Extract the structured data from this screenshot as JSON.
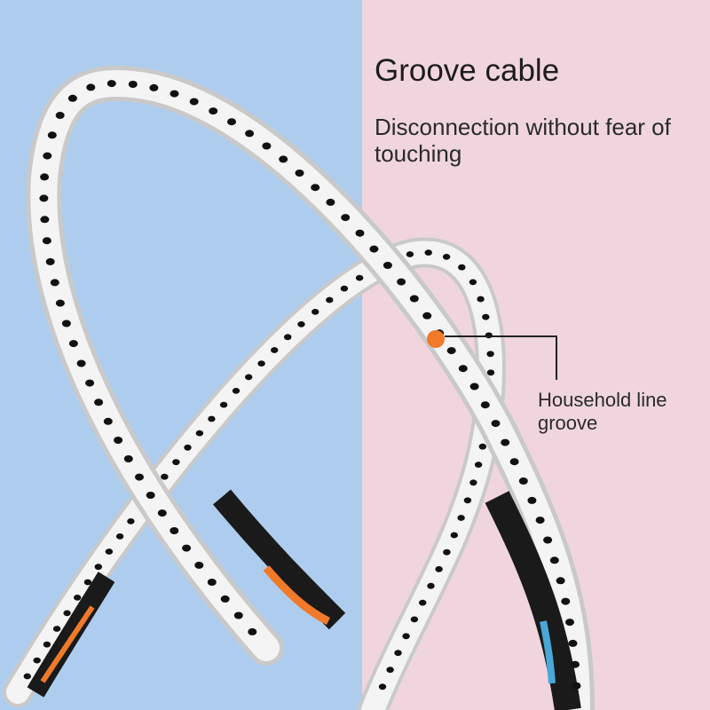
{
  "header": {
    "title": "Groove cable",
    "subtitle": "Disconnection without fear of touching"
  },
  "callout": {
    "label": "Household line groove"
  },
  "colors": {
    "left_background": "#aecdee",
    "right_background": "#f0d5df",
    "frame_white": "#f4f4f4",
    "frame_shadow": "#c9c9c9",
    "grommet_hole": "#111111",
    "accent_dot": "#f2792a",
    "decal_black": "#1a1a1a",
    "decal_orange": "#f07a2a",
    "decal_blue": "#4aa8d8",
    "leader_line": "#222222"
  },
  "icons": [
    "accent-dot-marker",
    "leader-line"
  ]
}
